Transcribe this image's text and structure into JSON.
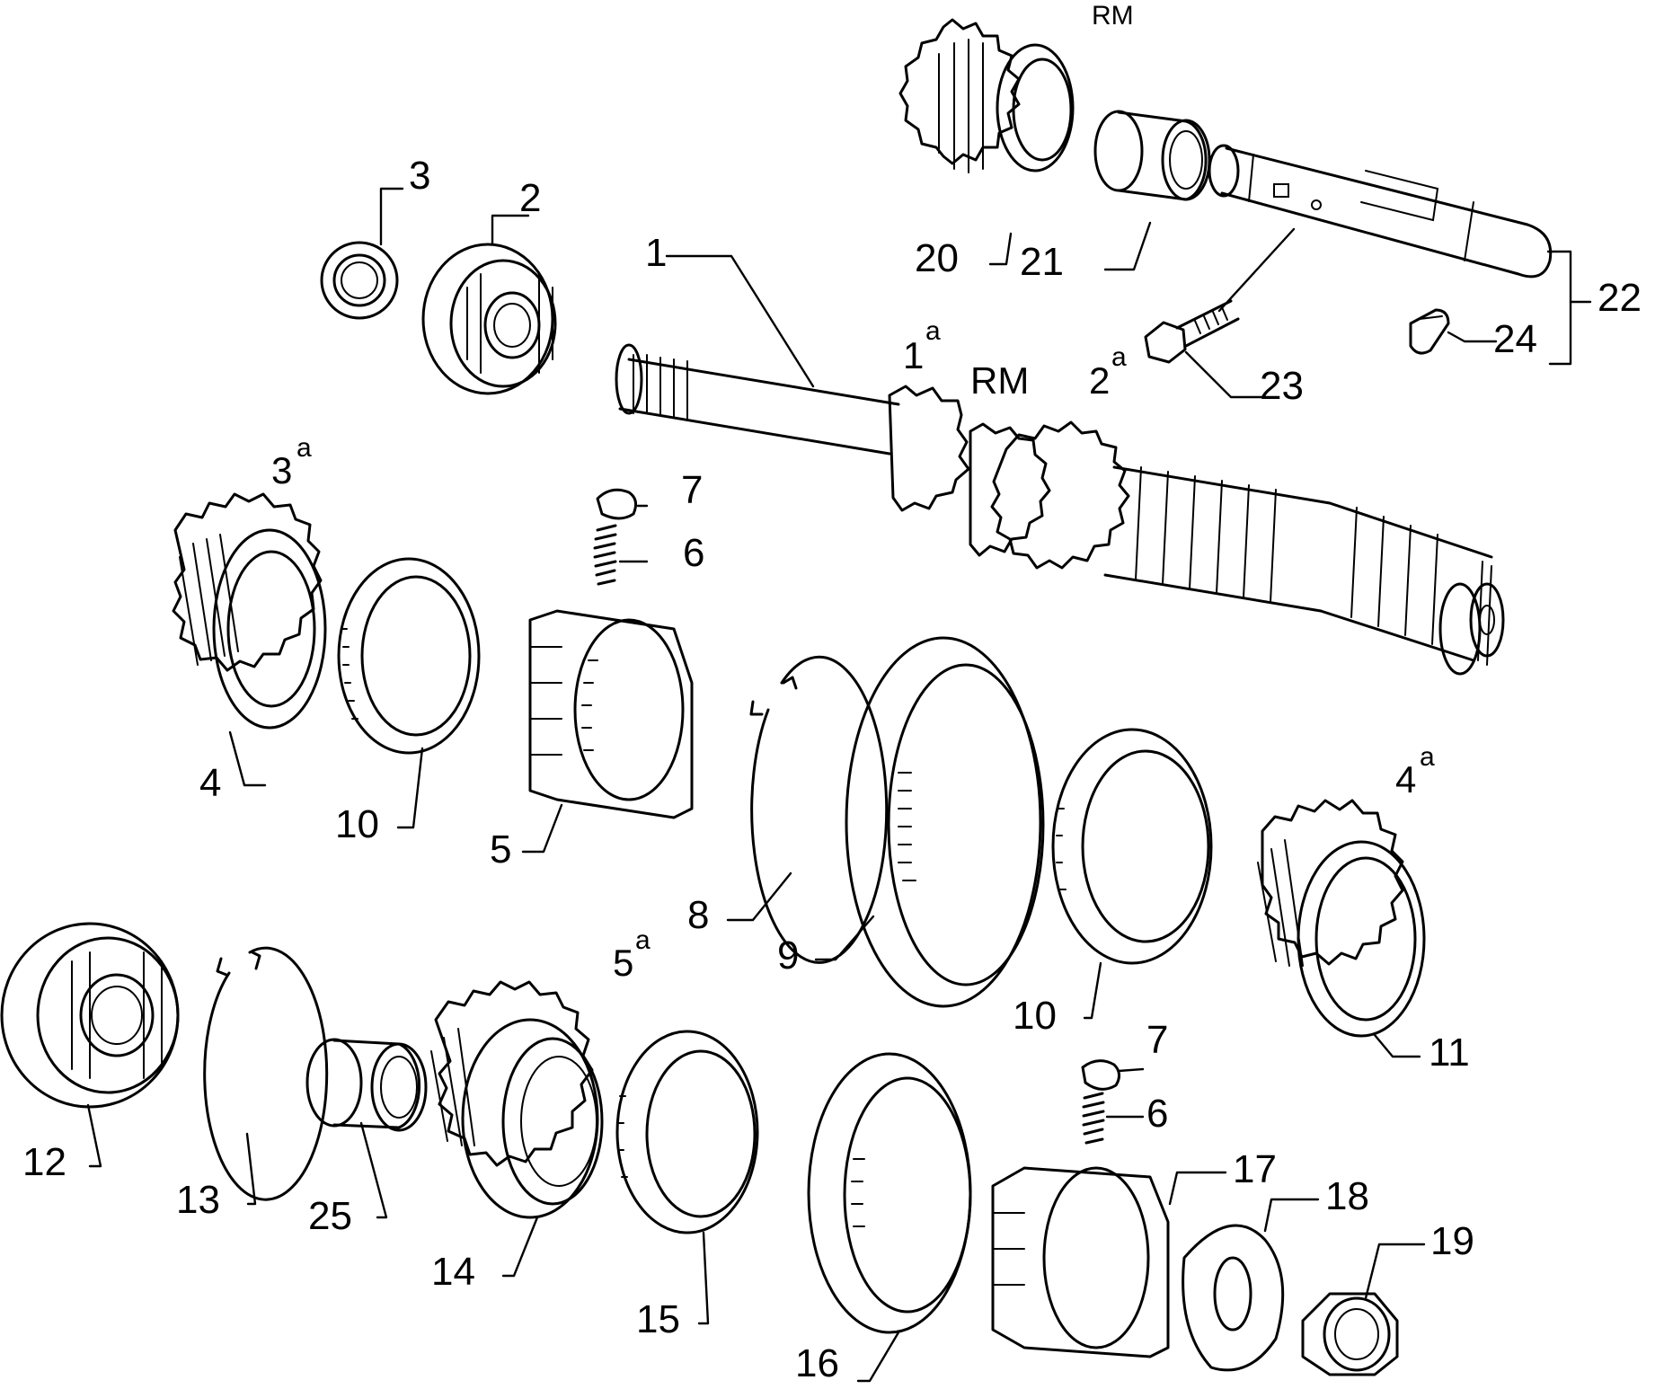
{
  "part_labels": {
    "p1": "1",
    "p2": "2",
    "p3": "3",
    "p4": "4",
    "p5": "5",
    "p6a": "6",
    "p6b": "6",
    "p7a": "7",
    "p7b": "7",
    "p8": "8",
    "p9": "9",
    "p10a": "10",
    "p10b": "10",
    "p11": "11",
    "p12": "12",
    "p13": "13",
    "p14": "14",
    "p15": "15",
    "p16": "16",
    "p17": "17",
    "p18": "18",
    "p19": "19",
    "p20": "20",
    "p21": "21",
    "p22": "22",
    "p23": "23",
    "p24": "24",
    "p25": "25"
  },
  "gear_labels": {
    "first": {
      "num": "1",
      "sup": "a"
    },
    "second": {
      "num": "2",
      "sup": "a"
    },
    "third": {
      "num": "3",
      "sup": "a"
    },
    "fourth": {
      "num": "4",
      "sup": "a"
    },
    "fifth": {
      "num": "5",
      "sup": "a"
    },
    "reverse_shaft": "RM",
    "reverse_gear": "RM"
  }
}
